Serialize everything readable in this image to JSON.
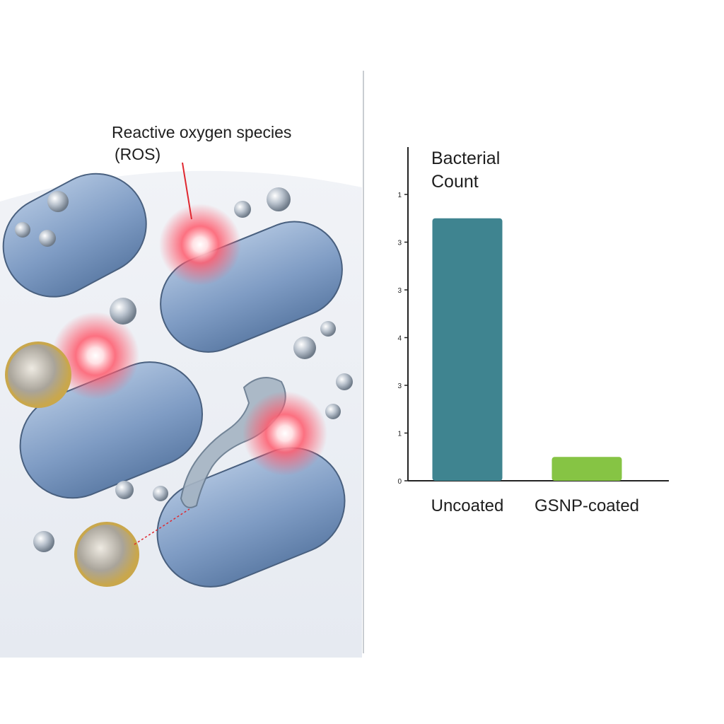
{
  "illustration": {
    "label_line1": "Reactive oxygen species",
    "label_line2": "(ROS)",
    "colors": {
      "bacteria": "#7f9cbf",
      "ros_glow": "#ff4a5e",
      "nanoparticle_gold": "#c9a74c"
    }
  },
  "chart_data": {
    "type": "bar",
    "title_line1": "Bacterial",
    "title_line2": "Count",
    "categories": [
      "Uncoated",
      "GSNP-coated"
    ],
    "values": [
      5.5,
      0.5
    ],
    "ylim": [
      0,
      6
    ],
    "yticks": [
      {
        "value": 0,
        "label": "0"
      },
      {
        "value": 1,
        "label": "1"
      },
      {
        "value": 2,
        "label": "3"
      },
      {
        "value": 3,
        "label": "4"
      },
      {
        "value": 4,
        "label": "3"
      },
      {
        "value": 5,
        "label": "3"
      },
      {
        "value": 6,
        "label": "1"
      }
    ],
    "colors": [
      "#3f8490",
      "#86c444"
    ],
    "grid": false,
    "legend": "none"
  }
}
